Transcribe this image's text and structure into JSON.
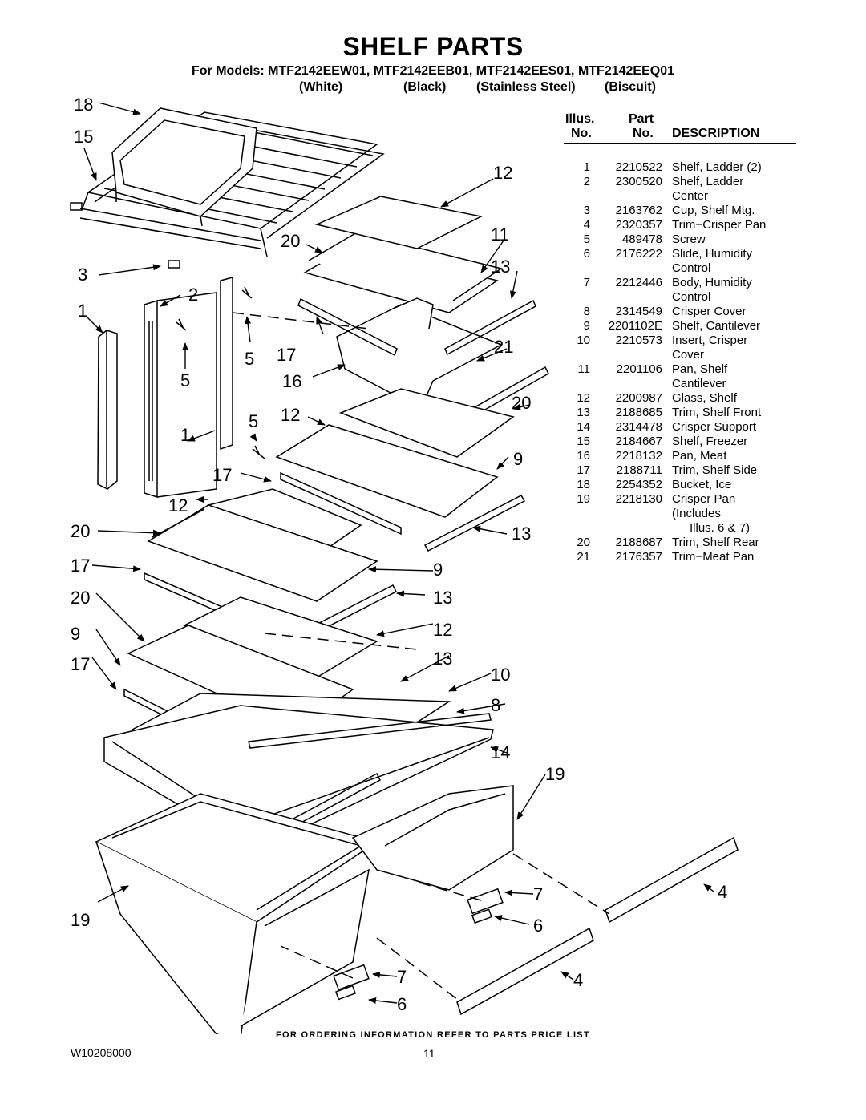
{
  "header": {
    "title": "SHELF PARTS",
    "models": "For Models: MTF2142EEW01, MTF2142EEB01, MTF2142EES01, MTF2142EEQ01",
    "finishes": [
      "(White)",
      "(Black)",
      "(Stainless Steel)",
      "(Biscuit)"
    ]
  },
  "table": {
    "col1_top": "Illus.",
    "col1_bottom": "No.",
    "col2_top": "Part",
    "col2_bottom": "No.",
    "col3": "DESCRIPTION",
    "rows": [
      {
        "illus": "1",
        "part": "2210522",
        "desc": [
          "Shelf, Ladder (2)"
        ]
      },
      {
        "illus": "2",
        "part": "2300520",
        "desc": [
          "Shelf, Ladder",
          "Center"
        ]
      },
      {
        "illus": "3",
        "part": "2163762",
        "desc": [
          "Cup, Shelf Mtg."
        ]
      },
      {
        "illus": "4",
        "part": "2320357",
        "desc": [
          "Trim−Crisper Pan"
        ]
      },
      {
        "illus": "5",
        "part": "489478",
        "desc": [
          "Screw"
        ]
      },
      {
        "illus": "6",
        "part": "2176222",
        "desc": [
          "Slide, Humidity",
          "Control"
        ]
      },
      {
        "illus": "7",
        "part": "2212446",
        "desc": [
          "Body, Humidity",
          "Control"
        ]
      },
      {
        "illus": "8",
        "part": "2314549",
        "desc": [
          "Crisper Cover"
        ]
      },
      {
        "illus": "9",
        "part": "2201102E",
        "desc": [
          "Shelf, Cantilever"
        ]
      },
      {
        "illus": "10",
        "part": "2210573",
        "desc": [
          "Insert, Crisper",
          "Cover"
        ]
      },
      {
        "illus": "11",
        "part": "2201106",
        "desc": [
          "Pan, Shelf",
          "Cantilever"
        ]
      },
      {
        "illus": "12",
        "part": "2200987",
        "desc": [
          "Glass, Shelf"
        ]
      },
      {
        "illus": "13",
        "part": "2188685",
        "desc": [
          "Trim, Shelf Front"
        ]
      },
      {
        "illus": "14",
        "part": "2314478",
        "desc": [
          "Crisper Support"
        ]
      },
      {
        "illus": "15",
        "part": "2184667",
        "desc": [
          "Shelf, Freezer"
        ]
      },
      {
        "illus": "16",
        "part": "2218132",
        "desc": [
          "Pan, Meat"
        ]
      },
      {
        "illus": "17",
        "part": "2188711",
        "desc": [
          "Trim, Shelf Side"
        ]
      },
      {
        "illus": "18",
        "part": "2254352",
        "desc": [
          "Bucket, Ice"
        ]
      },
      {
        "illus": "19",
        "part": "2218130",
        "desc": [
          "Crisper Pan",
          "(Includes",
          "Illus. 6 & 7)"
        ]
      },
      {
        "illus": "20",
        "part": "2188687",
        "desc": [
          "Trim, Shelf Rear"
        ]
      },
      {
        "illus": "21",
        "part": "2176357",
        "desc": [
          "Trim−Meat Pan"
        ]
      }
    ]
  },
  "callouts": [
    "18",
    "15",
    "12",
    "20",
    "11",
    "13",
    "3",
    "2",
    "1",
    "5",
    "17",
    "21",
    "16",
    "5",
    "12",
    "20",
    "5",
    "9",
    "1",
    "17",
    "12",
    "20",
    "13",
    "17",
    "9",
    "20",
    "13",
    "9",
    "12",
    "17",
    "13",
    "10",
    "8",
    "14",
    "19",
    "19",
    "7",
    "4",
    "6",
    "7",
    "4",
    "6"
  ],
  "footer": {
    "ordering_note": "FOR ORDERING INFORMATION REFER TO PARTS PRICE LIST",
    "doc_number": "W10208000",
    "page_number": "11"
  }
}
